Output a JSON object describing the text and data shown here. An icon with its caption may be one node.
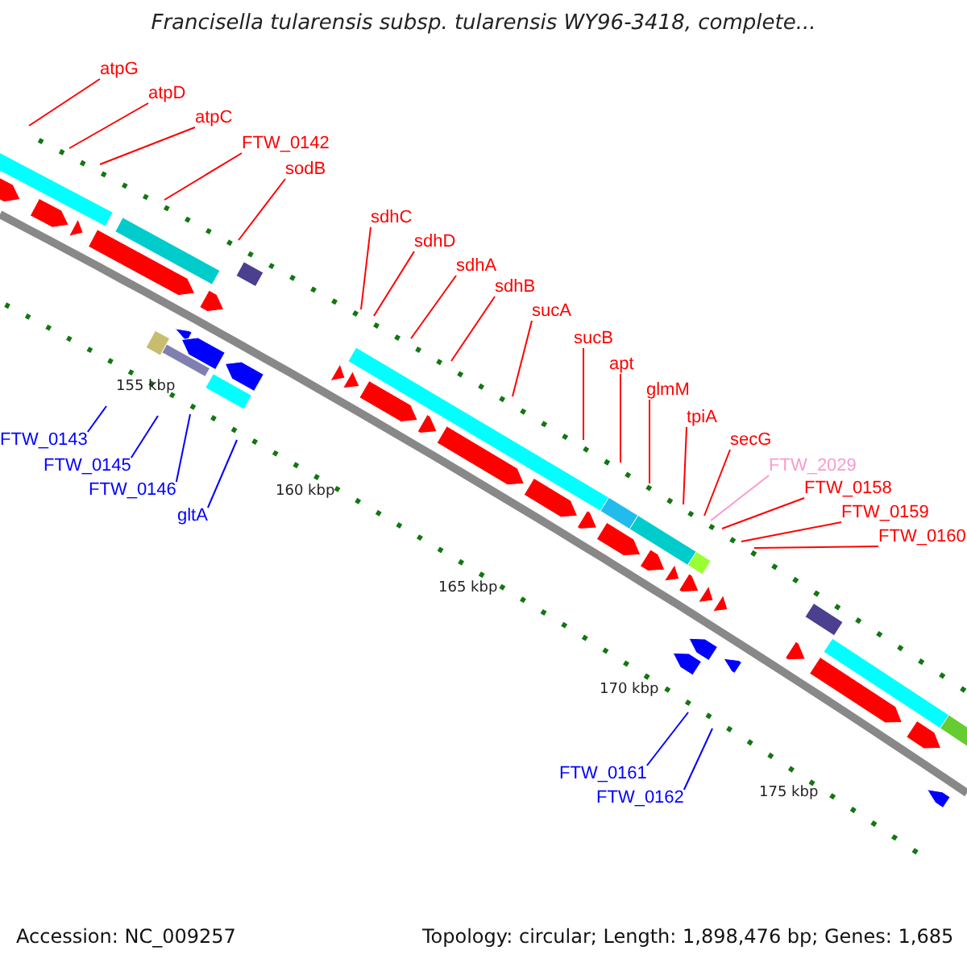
{
  "diagram": {
    "title": "Francisella tularensis subsp. tularensis WY96-3418, complete...",
    "nodes": [
      {
        "text": [
          "atpG"
        ]
      },
      {
        "text": [
          "atpD"
        ]
      },
      {
        "text": [
          "atpC"
        ]
      },
      {
        "text": [
          "FTW_0142"
        ]
      },
      {
        "text": [
          "sodB"
        ]
      },
      {
        "text": [
          "sdhC"
        ]
      },
      {
        "text": [
          "sdhD"
        ]
      },
      {
        "text": [
          "sdhA"
        ]
      },
      {
        "text": [
          "sdhB"
        ]
      },
      {
        "text": [
          "sucA"
        ]
      },
      {
        "text": [
          "sucB"
        ]
      },
      {
        "text": [
          "apt"
        ]
      },
      {
        "text": [
          "glmM"
        ]
      },
      {
        "text": [
          "tpiA"
        ]
      },
      {
        "text": [
          "secG"
        ]
      },
      {
        "text": [
          "FTW_2029"
        ]
      },
      {
        "text": [
          "FTW_0158"
        ]
      },
      {
        "text": [
          "FTW_0159"
        ]
      },
      {
        "text": [
          "FTW_0160"
        ]
      },
      {
        "text": [
          "FTW_0143"
        ]
      },
      {
        "text": [
          "FTW_0145"
        ]
      },
      {
        "text": [
          "FTW_0146"
        ]
      },
      {
        "text": [
          "gltA"
        ]
      },
      {
        "text": [
          "FTW_0161"
        ]
      },
      {
        "text": [
          "FTW_0162"
        ]
      }
    ],
    "edges": [
      {
        "from": 0,
        "to": null,
        "arrow": "none"
      },
      {
        "from": 1,
        "to": null,
        "arrow": "none"
      },
      {
        "from": 2,
        "to": null,
        "arrow": "none"
      },
      {
        "from": 3,
        "to": null,
        "arrow": "none"
      },
      {
        "from": 4,
        "to": null,
        "arrow": "none"
      },
      {
        "from": 5,
        "to": null,
        "arrow": "none"
      },
      {
        "from": 6,
        "to": null,
        "arrow": "none"
      },
      {
        "from": 7,
        "to": null,
        "arrow": "none"
      },
      {
        "from": 8,
        "to": null,
        "arrow": "none"
      },
      {
        "from": 9,
        "to": null,
        "arrow": "none"
      },
      {
        "from": 10,
        "to": null,
        "arrow": "none"
      },
      {
        "from": 11,
        "to": null,
        "arrow": "none"
      },
      {
        "from": 12,
        "to": null,
        "arrow": "none"
      },
      {
        "from": 13,
        "to": null,
        "arrow": "none"
      },
      {
        "from": 14,
        "to": null,
        "arrow": "none"
      },
      {
        "from": 15,
        "to": null,
        "arrow": "none",
        "color": "#ff99cc"
      },
      {
        "from": 16,
        "to": null,
        "arrow": "none"
      },
      {
        "from": 17,
        "to": null,
        "arrow": "none"
      },
      {
        "from": 18,
        "to": null,
        "arrow": "none"
      },
      {
        "from": 19,
        "to": null,
        "arrow": "none",
        "color": "#0000ff"
      },
      {
        "from": 20,
        "to": null,
        "arrow": "none",
        "color": "#0000ff"
      },
      {
        "from": 21,
        "to": null,
        "arrow": "none",
        "color": "#0000ff"
      },
      {
        "from": 22,
        "to": null,
        "arrow": "none",
        "color": "#0000ff"
      },
      {
        "from": 23,
        "to": null,
        "arrow": "none",
        "color": "#0000ff"
      },
      {
        "from": 24,
        "to": null,
        "arrow": "none",
        "color": "#0000ff"
      }
    ],
    "labels": [
      "155 kbp",
      "160 kbp",
      "165 kbp",
      "170 kbp",
      "175 kbp",
      "Accession: NC_009257",
      "Topology: circular; Length: 1,898,476 bp; Genes: 1,685"
    ]
  }
}
